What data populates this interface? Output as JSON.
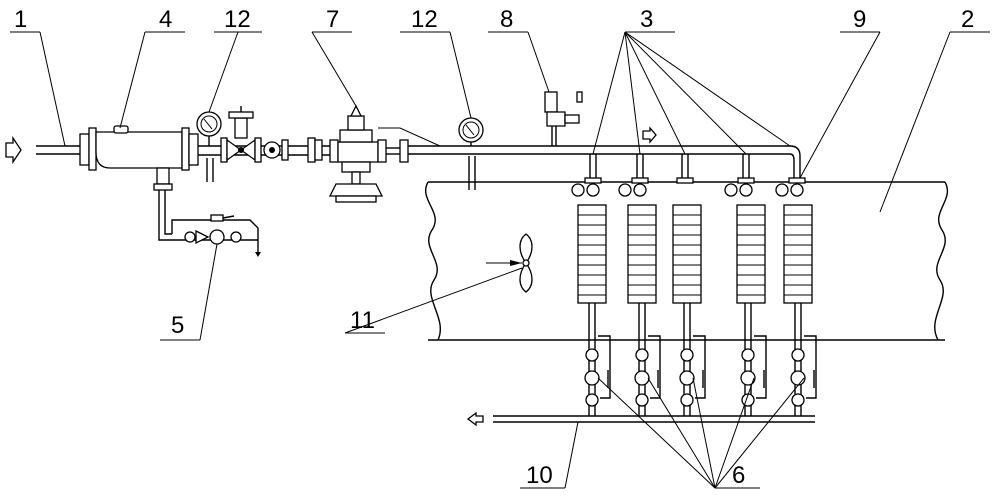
{
  "labels": {
    "l1": "1",
    "l2": "2",
    "l3": "3",
    "l4": "4",
    "l5": "5",
    "l6": "6",
    "l7": "7",
    "l8": "8",
    "l9": "9",
    "l10": "10",
    "l11": "11",
    "l12a": "12",
    "l12b": "12"
  }
}
